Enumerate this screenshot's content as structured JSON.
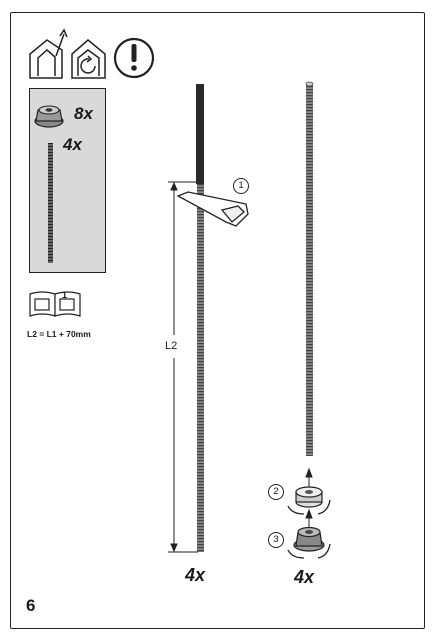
{
  "page": {
    "number": "6"
  },
  "parts": {
    "nut_qty": "8x",
    "rod_qty": "4x"
  },
  "note": {
    "formula": "L2 = L1 + 70mm",
    "book_page": "1"
  },
  "diagram": {
    "length_label": "L2",
    "left_rod_count": "4x",
    "right_rod_count": "4x",
    "steps": [
      "1",
      "2",
      "3"
    ]
  },
  "icons": [
    "house-arrow-icon",
    "house-rotate-icon",
    "warning-exclamation-icon",
    "nut-icon",
    "threaded-rod-icon",
    "manual-book-icon",
    "level-tool-icon",
    "rotate-arrows-icon",
    "flange-nut-icon"
  ]
}
